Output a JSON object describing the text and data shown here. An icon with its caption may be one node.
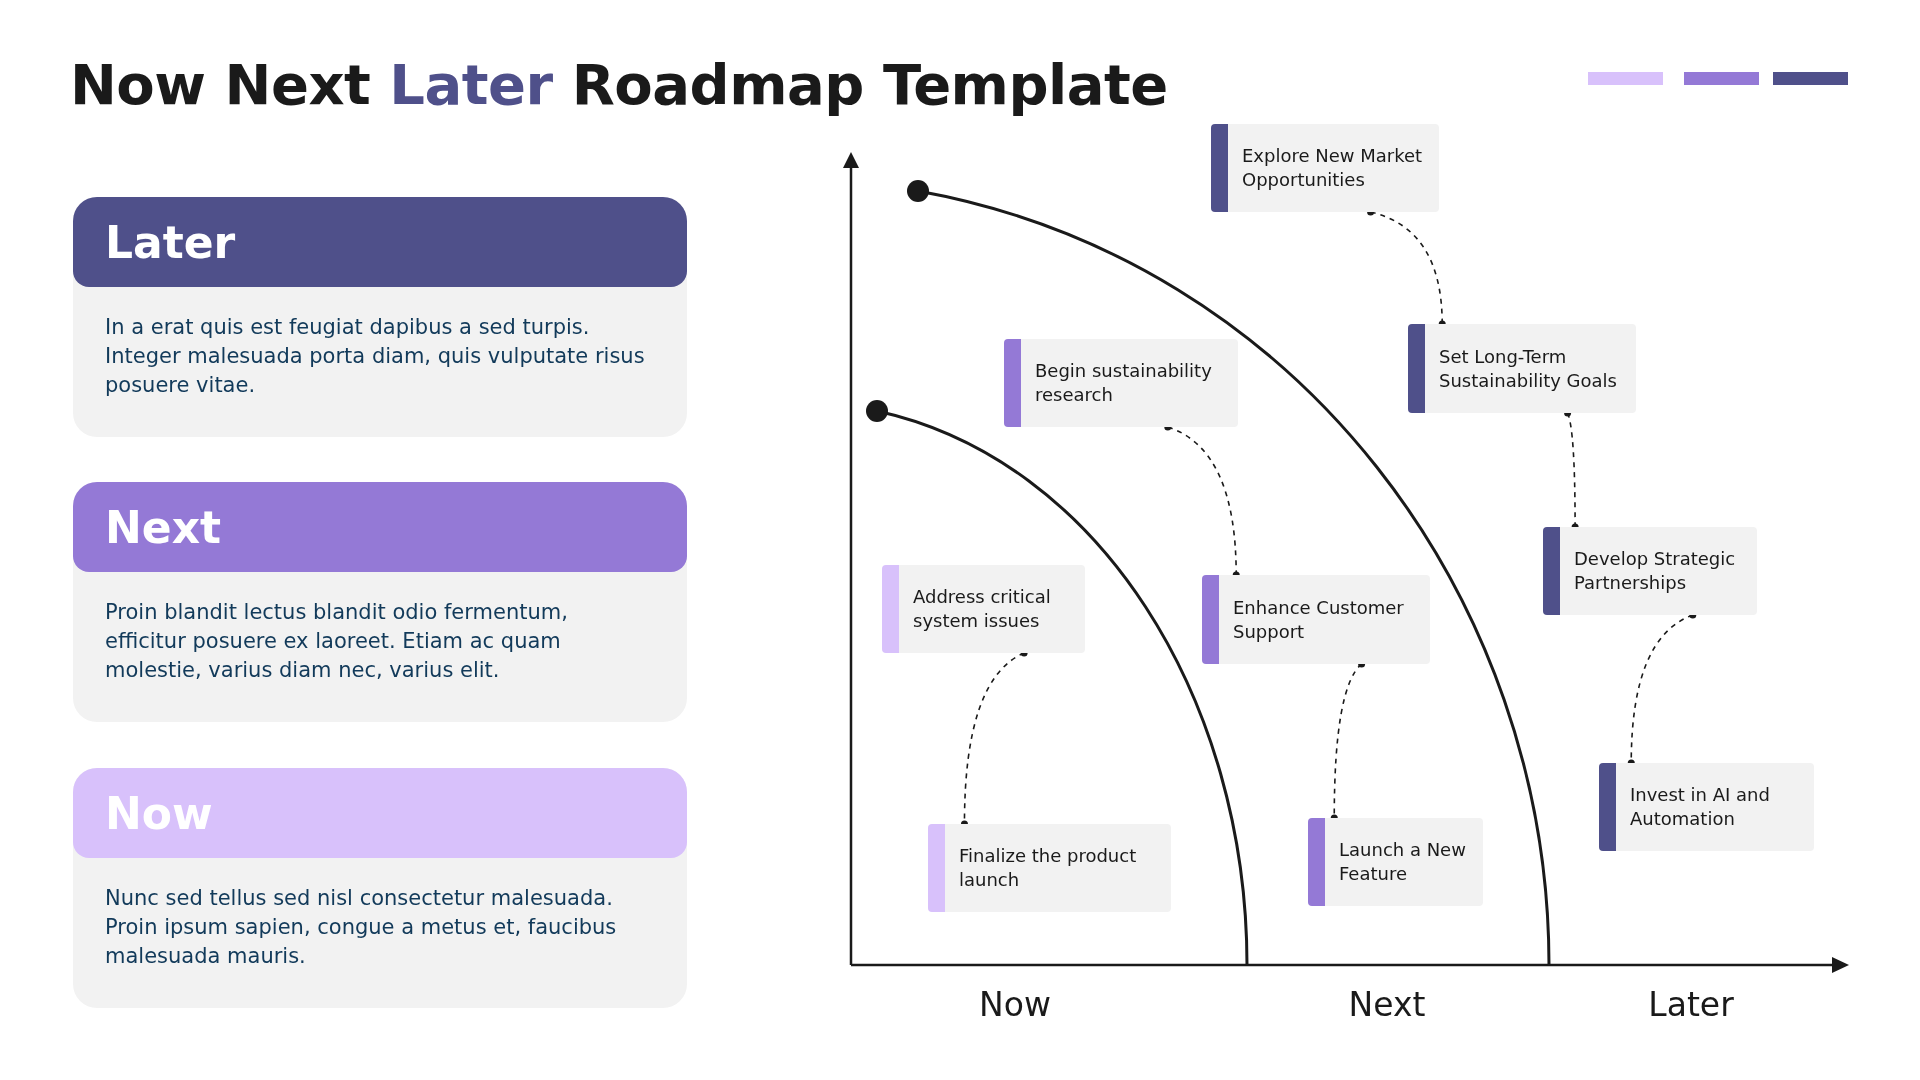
{
  "diagram": {
    "title": "Now Next Later Roadmap Template",
    "nodes": [
      {
        "text": [
          "Later",
          "In a erat quis est feugiat dapibus a sed turpis. Integer malesuada porta diam, quis vulputate risus posuere vitae."
        ]
      },
      {
        "text": [
          "Next",
          "Proin blandit lectus blandit odio fermentum, efficitur posuere ex laoreet. Etiam ac quam molestie, varius diam nec, varius elit."
        ]
      },
      {
        "text": [
          "Now",
          "Nunc sed tellus sed nisl consectetur malesuada. Proin ipsum sapien, congue a metus et, faucibus malesuada mauris."
        ]
      },
      {
        "text": [
          "Explore New Market Opportunities"
        ]
      },
      {
        "text": [
          "Set Long-Term Sustainability Goals"
        ]
      },
      {
        "text": [
          "Begin sustainability research"
        ]
      },
      {
        "text": [
          "Develop Strategic Partnerships"
        ]
      },
      {
        "text": [
          "Address critical system issues"
        ]
      },
      {
        "text": [
          "Enhance Customer Support"
        ]
      },
      {
        "text": [
          "Invest in AI and Automation"
        ]
      },
      {
        "text": [
          "Launch a New Feature"
        ]
      },
      {
        "text": [
          "Finalize the product launch"
        ]
      }
    ],
    "edges": [
      {
        "from": 3,
        "to": 4,
        "arrow": "other",
        "style": "dashed"
      },
      {
        "from": 4,
        "to": 6,
        "arrow": "other",
        "style": "dashed"
      },
      {
        "from": 6,
        "to": 9,
        "arrow": "other",
        "style": "dashed"
      },
      {
        "from": 5,
        "to": 8,
        "arrow": "other",
        "style": "dashed"
      },
      {
        "from": 8,
        "to": 10,
        "arrow": "other",
        "style": "dashed"
      },
      {
        "from": 7,
        "to": 11,
        "arrow": "other",
        "style": "dashed"
      }
    ],
    "labels": [
      "Now",
      "Next",
      "Later"
    ]
  }
}
